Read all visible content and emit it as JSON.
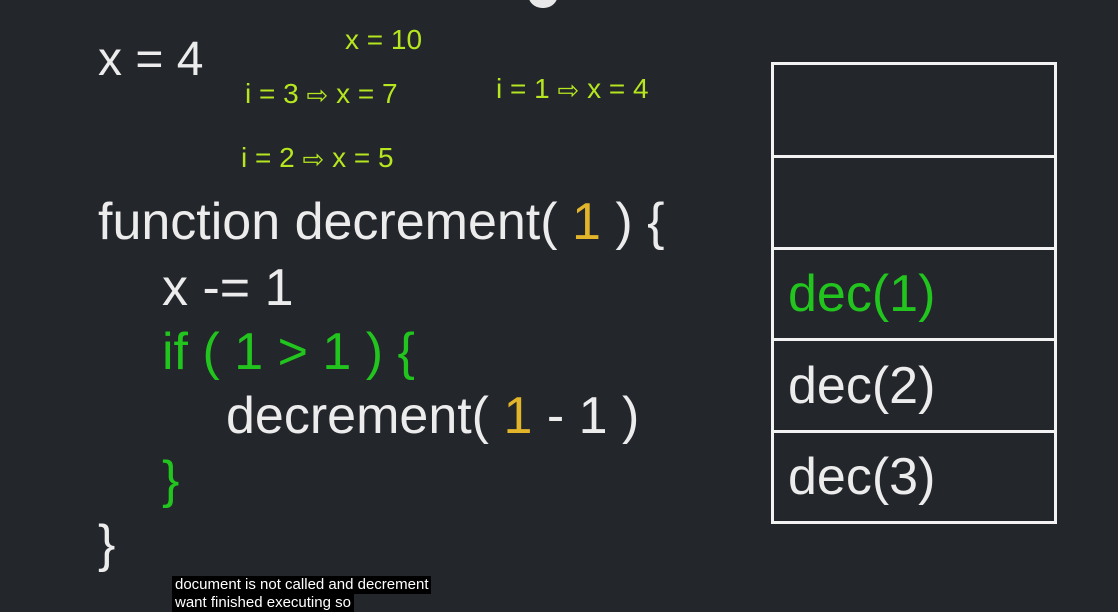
{
  "notes": {
    "x_initial": "x = 4",
    "x_final": "x = 10",
    "step_i3": "i = 3",
    "step_i3_result": "x = 7",
    "step_i1": "i = 1",
    "step_i1_result": "x = 4",
    "step_i2": "i = 2",
    "step_i2_result": "x = 5",
    "arrow_glyph": "⇨"
  },
  "code": {
    "line1_a": "function decrement(",
    "line1_arg": " 1 ",
    "line1_b": ") {",
    "line2": "x -= 1",
    "line3": "if ( 1 > 1 ) {",
    "line4_a": "decrement(",
    "line4_arg": " 1 ",
    "line4_b": "- 1 )",
    "line5": "}",
    "line6": "}"
  },
  "stack": {
    "frames": [
      "",
      "",
      "dec(1)",
      "dec(2)",
      "dec(3)"
    ]
  },
  "caption": {
    "line1": "document is not called and decrement",
    "line2": "want finished executing so"
  },
  "colors": {
    "background": "#23262b",
    "annotation": "#b6e61f",
    "keyword_green": "#22c41e",
    "argument_gold": "#e3b52a"
  }
}
